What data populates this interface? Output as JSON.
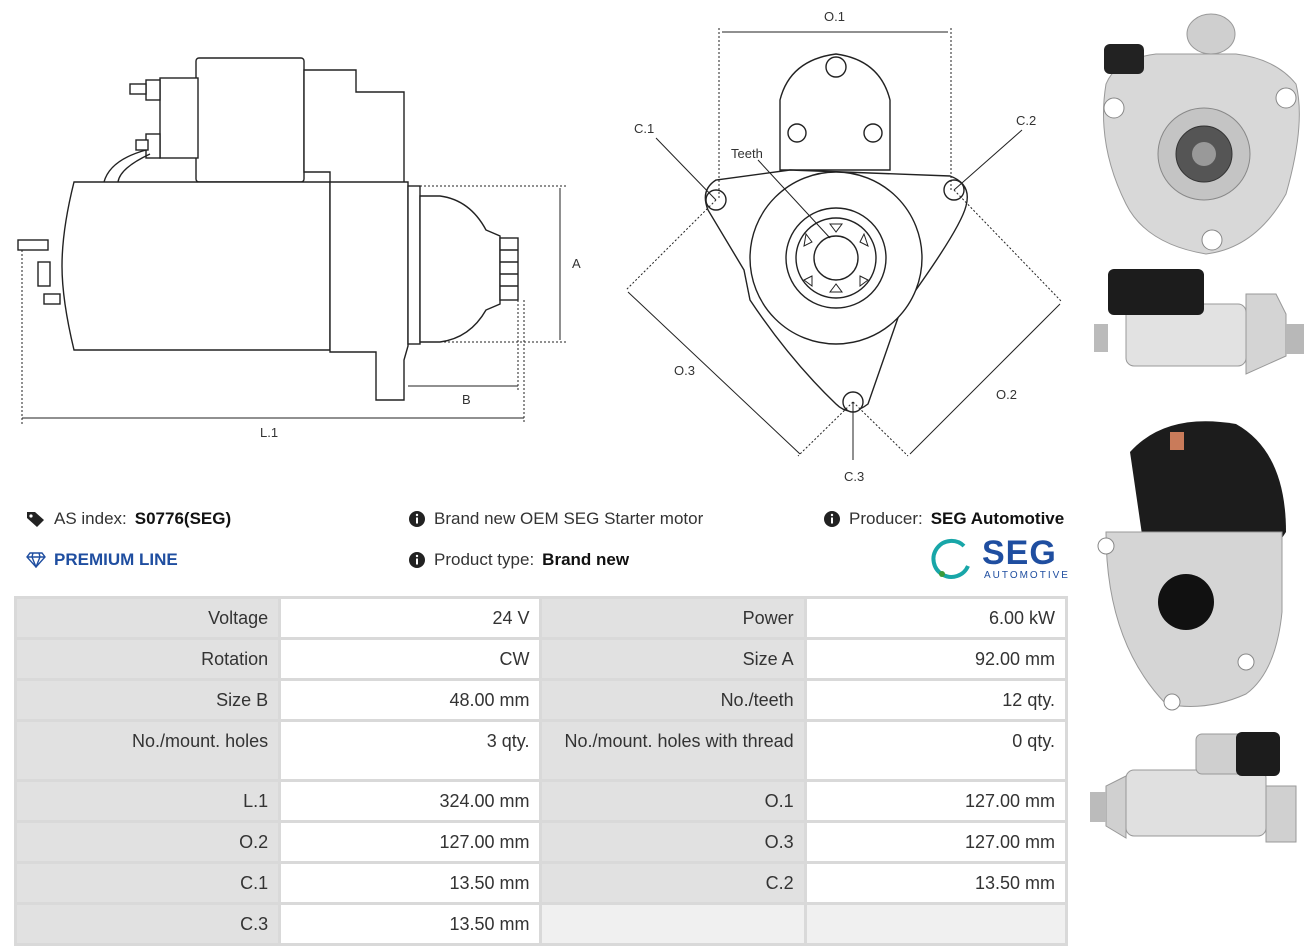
{
  "diagram_labels": {
    "a": "A",
    "b": "B",
    "l1": "L.1",
    "o1": "O.1",
    "o2": "O.2",
    "o3": "O.3",
    "c1": "C.1",
    "c2": "C.2",
    "c3": "C.3",
    "teeth": "Teeth"
  },
  "info": {
    "as_index_label": "AS index:",
    "as_index_value": "S0776(SEG)",
    "premium": "PREMIUM LINE",
    "description": "Brand new OEM SEG Starter motor",
    "product_type_label": "Product type:",
    "product_type_value": "Brand new",
    "producer_label": "Producer:",
    "producer_value": "SEG Automotive"
  },
  "logo": {
    "name": "SEG",
    "sub": "AUTOMOTIVE"
  },
  "specs": [
    {
      "k1": "Voltage",
      "v1": "24 V",
      "k2": "Power",
      "v2": "6.00 kW"
    },
    {
      "k1": "Rotation",
      "v1": "CW",
      "k2": "Size A",
      "v2": "92.00 mm"
    },
    {
      "k1": "Size B",
      "v1": "48.00 mm",
      "k2": "No./teeth",
      "v2": "12 qty."
    },
    {
      "k1": "No./mount. holes",
      "v1": "3 qty.",
      "k2": "No./mount. holes with thread",
      "v2": "0 qty."
    },
    {
      "k1": "L.1",
      "v1": "324.00 mm",
      "k2": "O.1",
      "v2": "127.00 mm"
    },
    {
      "k1": "O.2",
      "v1": "127.00 mm",
      "k2": "O.3",
      "v2": "127.00 mm"
    },
    {
      "k1": "C.1",
      "v1": "13.50 mm",
      "k2": "C.2",
      "v2": "13.50 mm"
    },
    {
      "k1": "C.3",
      "v1": "13.50 mm",
      "k2": "",
      "v2": ""
    }
  ],
  "colors": {
    "accent": "#1f4ea0",
    "logo_teal": "#18a6a8",
    "logo_green": "#3a9a3a"
  }
}
